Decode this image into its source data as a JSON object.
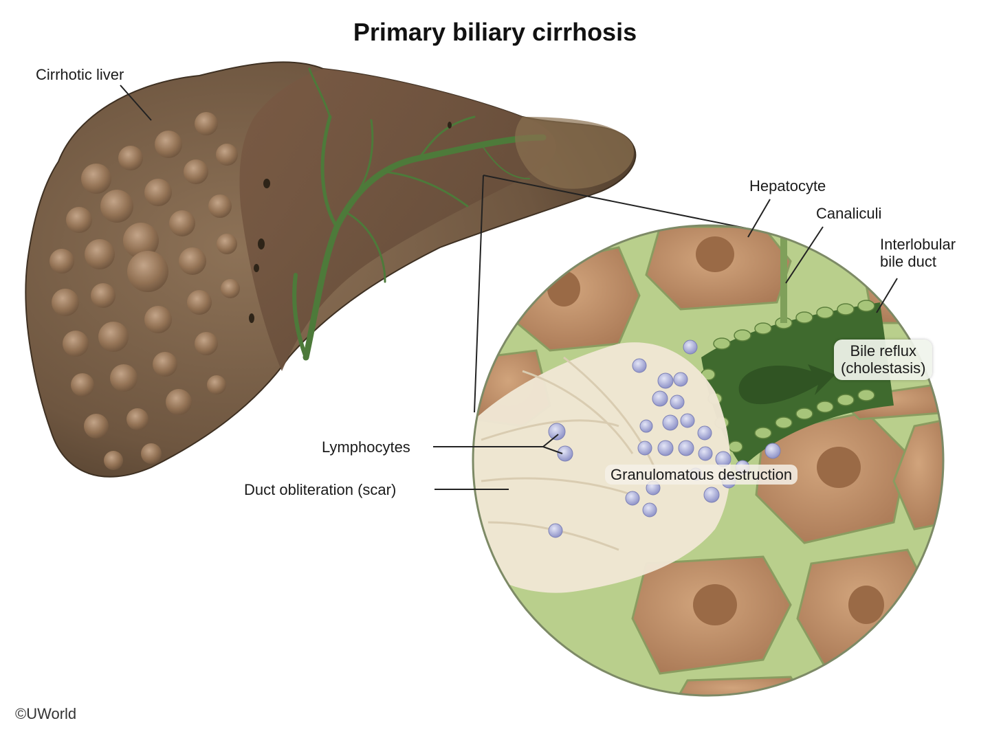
{
  "title": "Primary biliary cirrhosis",
  "labels": {
    "cirrhotic_liver": "Cirrhotic liver",
    "hepatocyte": "Hepatocyte",
    "canaliculi": "Canaliculi",
    "interlobular_line1": "Interlobular",
    "interlobular_line2": "bile duct",
    "bile_reflux_line1": "Bile reflux",
    "bile_reflux_line2": "(cholestasis)",
    "lymphocytes": "Lymphocytes",
    "duct_obliteration": "Duct obliteration (scar)",
    "granulomatous": "Granulomatous destruction"
  },
  "copyright": "©UWorld",
  "colors": {
    "liver_base": "#7a5e45",
    "liver_highlight": "#a88a6c",
    "bile_green": "#4d7a3a",
    "stroma_green": "#b9cf8c",
    "hepatocyte_fill": "#b98a63",
    "nucleus_fill": "#9a6a46",
    "scar_fill": "#efe6d4",
    "lymphocyte_fill": "#a9acd6"
  }
}
